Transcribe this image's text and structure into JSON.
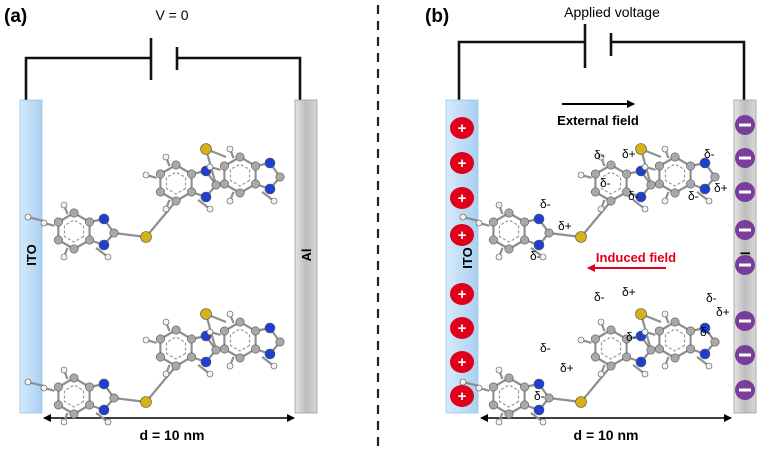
{
  "panel_a": {
    "label": "(a)",
    "voltage": "V = 0",
    "electrode_left": "ITO",
    "electrode_right": "Al",
    "distance": "d = 10 nm"
  },
  "panel_b": {
    "label": "(b)",
    "voltage": "Applied voltage",
    "electrode_left": "ITO",
    "electrode_right": "Al",
    "distance": "d = 10 nm",
    "external_field": "External field",
    "induced_field": "Induced field",
    "plus_symbol": "+",
    "delta_minus": "δ-",
    "delta_plus": "δ+"
  },
  "colors": {
    "ito": "#bcdcf5",
    "al": "#c9c9c9",
    "positive_charge": "#e0001b",
    "negative_charge": "#7a3d9a",
    "induced_field": "#e0001b",
    "carbon": "#a9a9a9",
    "nitrogen": "#1f3fd1",
    "sulfur": "#d4b21a",
    "hydrogen": "#f2f2f2"
  }
}
